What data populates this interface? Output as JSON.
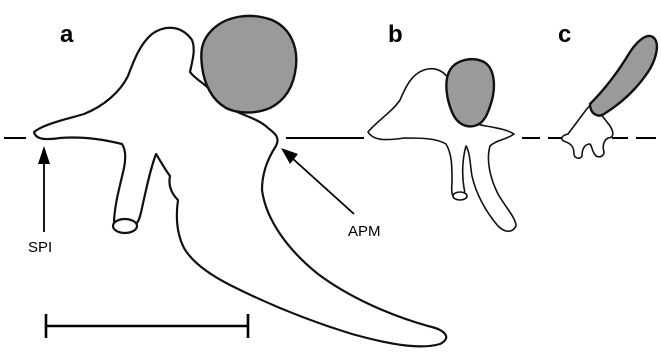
{
  "panels": {
    "a": {
      "letter": "a"
    },
    "b": {
      "letter": "b"
    },
    "c": {
      "letter": "c"
    }
  },
  "labels": {
    "spi": "SPI",
    "apm": "APM"
  },
  "colors": {
    "bone_fill": "#ffffff",
    "cartilage_fill": "#9a9a9a",
    "outline": "#111111",
    "background": "#ffffff"
  }
}
